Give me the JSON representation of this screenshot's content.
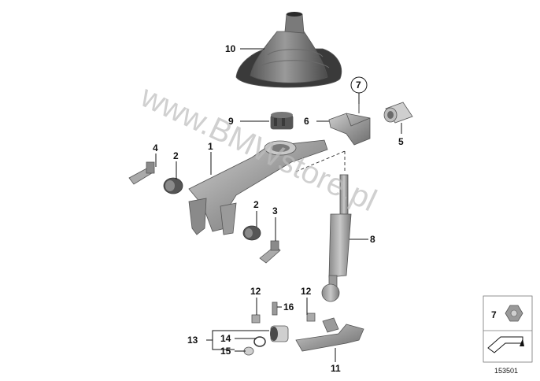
{
  "callouts": {
    "c10": "10",
    "c9": "9",
    "c7_circle": "7",
    "c6": "6",
    "c5": "5",
    "c4": "4",
    "c2a": "2",
    "c1": "1",
    "c2b": "2",
    "c3": "3",
    "c8": "8",
    "c12a": "12",
    "c12b": "12",
    "c16": "16",
    "c14": "14",
    "c13": "13",
    "c15": "15",
    "c11": "11"
  },
  "legend": {
    "item_number": "7"
  },
  "watermark": "www.BMWstore.pl",
  "diagram_number": "153501",
  "colors": {
    "part_fill": "#9e9e9e",
    "part_light": "#bdbdbd",
    "part_dark": "#5e5e5e",
    "boot_dark": "#3f3f3f"
  }
}
